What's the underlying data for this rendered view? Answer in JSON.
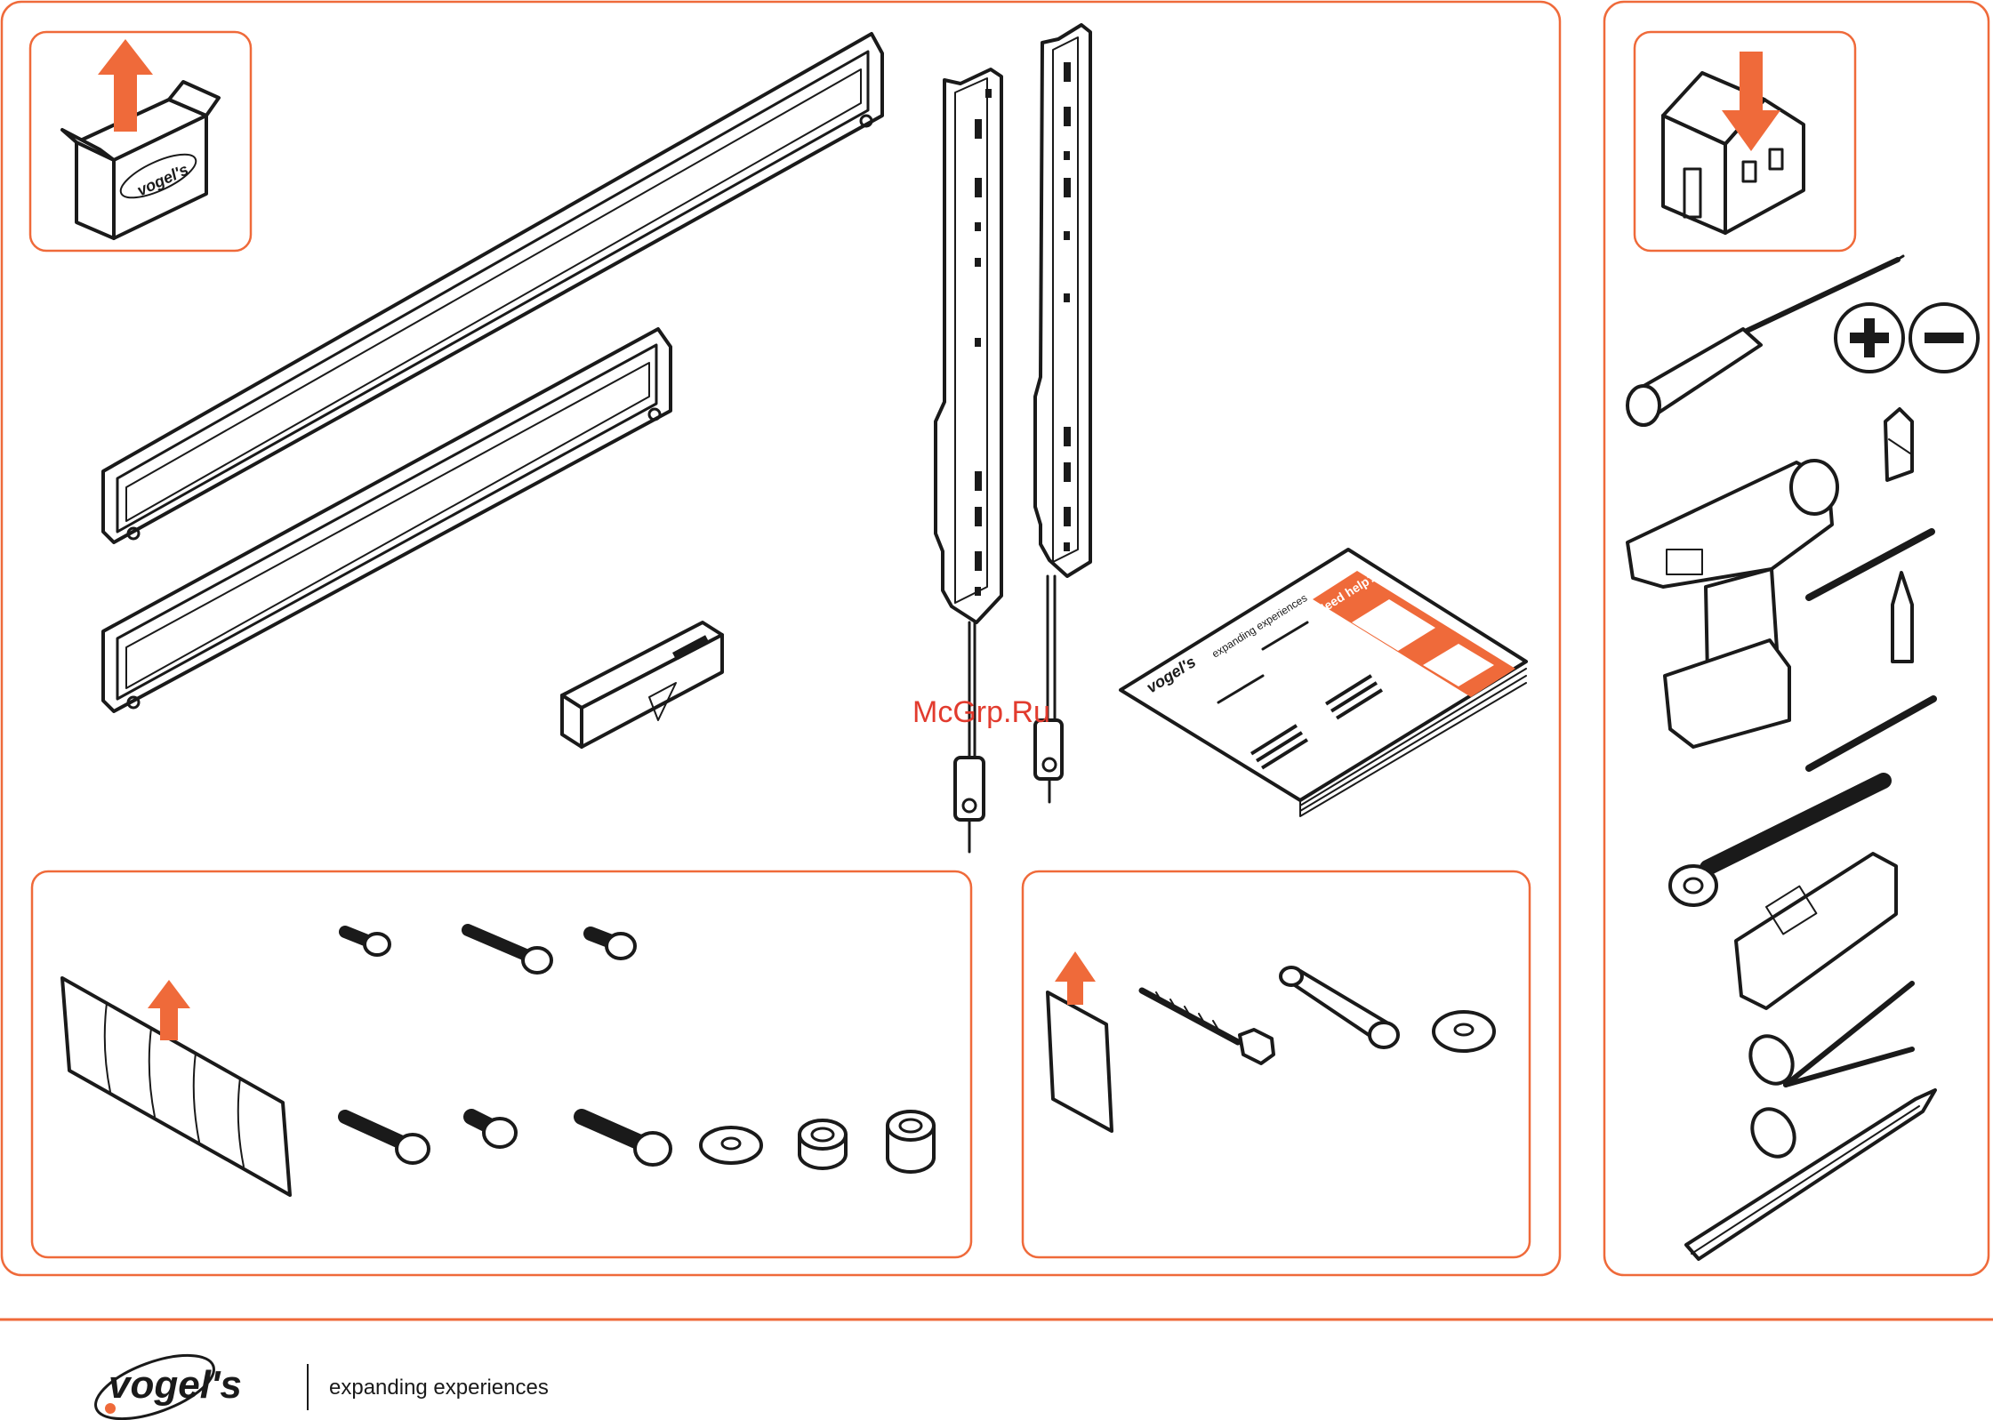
{
  "watermark": "McGrp.Ru",
  "footer": {
    "brand": "vogel's",
    "tagline": "expanding experiences"
  },
  "manual": {
    "help_banner": "Need help?",
    "brand": "vogel's",
    "tagline": "expanding experiences"
  },
  "box_brand": "vogel's",
  "colors": {
    "accent": "#ef6a3a",
    "line": "#1a1a1a"
  },
  "icons": {
    "unpack": "unpack-box-arrow-icon",
    "install_home": "house-down-arrow-icon",
    "phillips": "plus-sign-icon",
    "flat": "minus-sign-icon"
  }
}
